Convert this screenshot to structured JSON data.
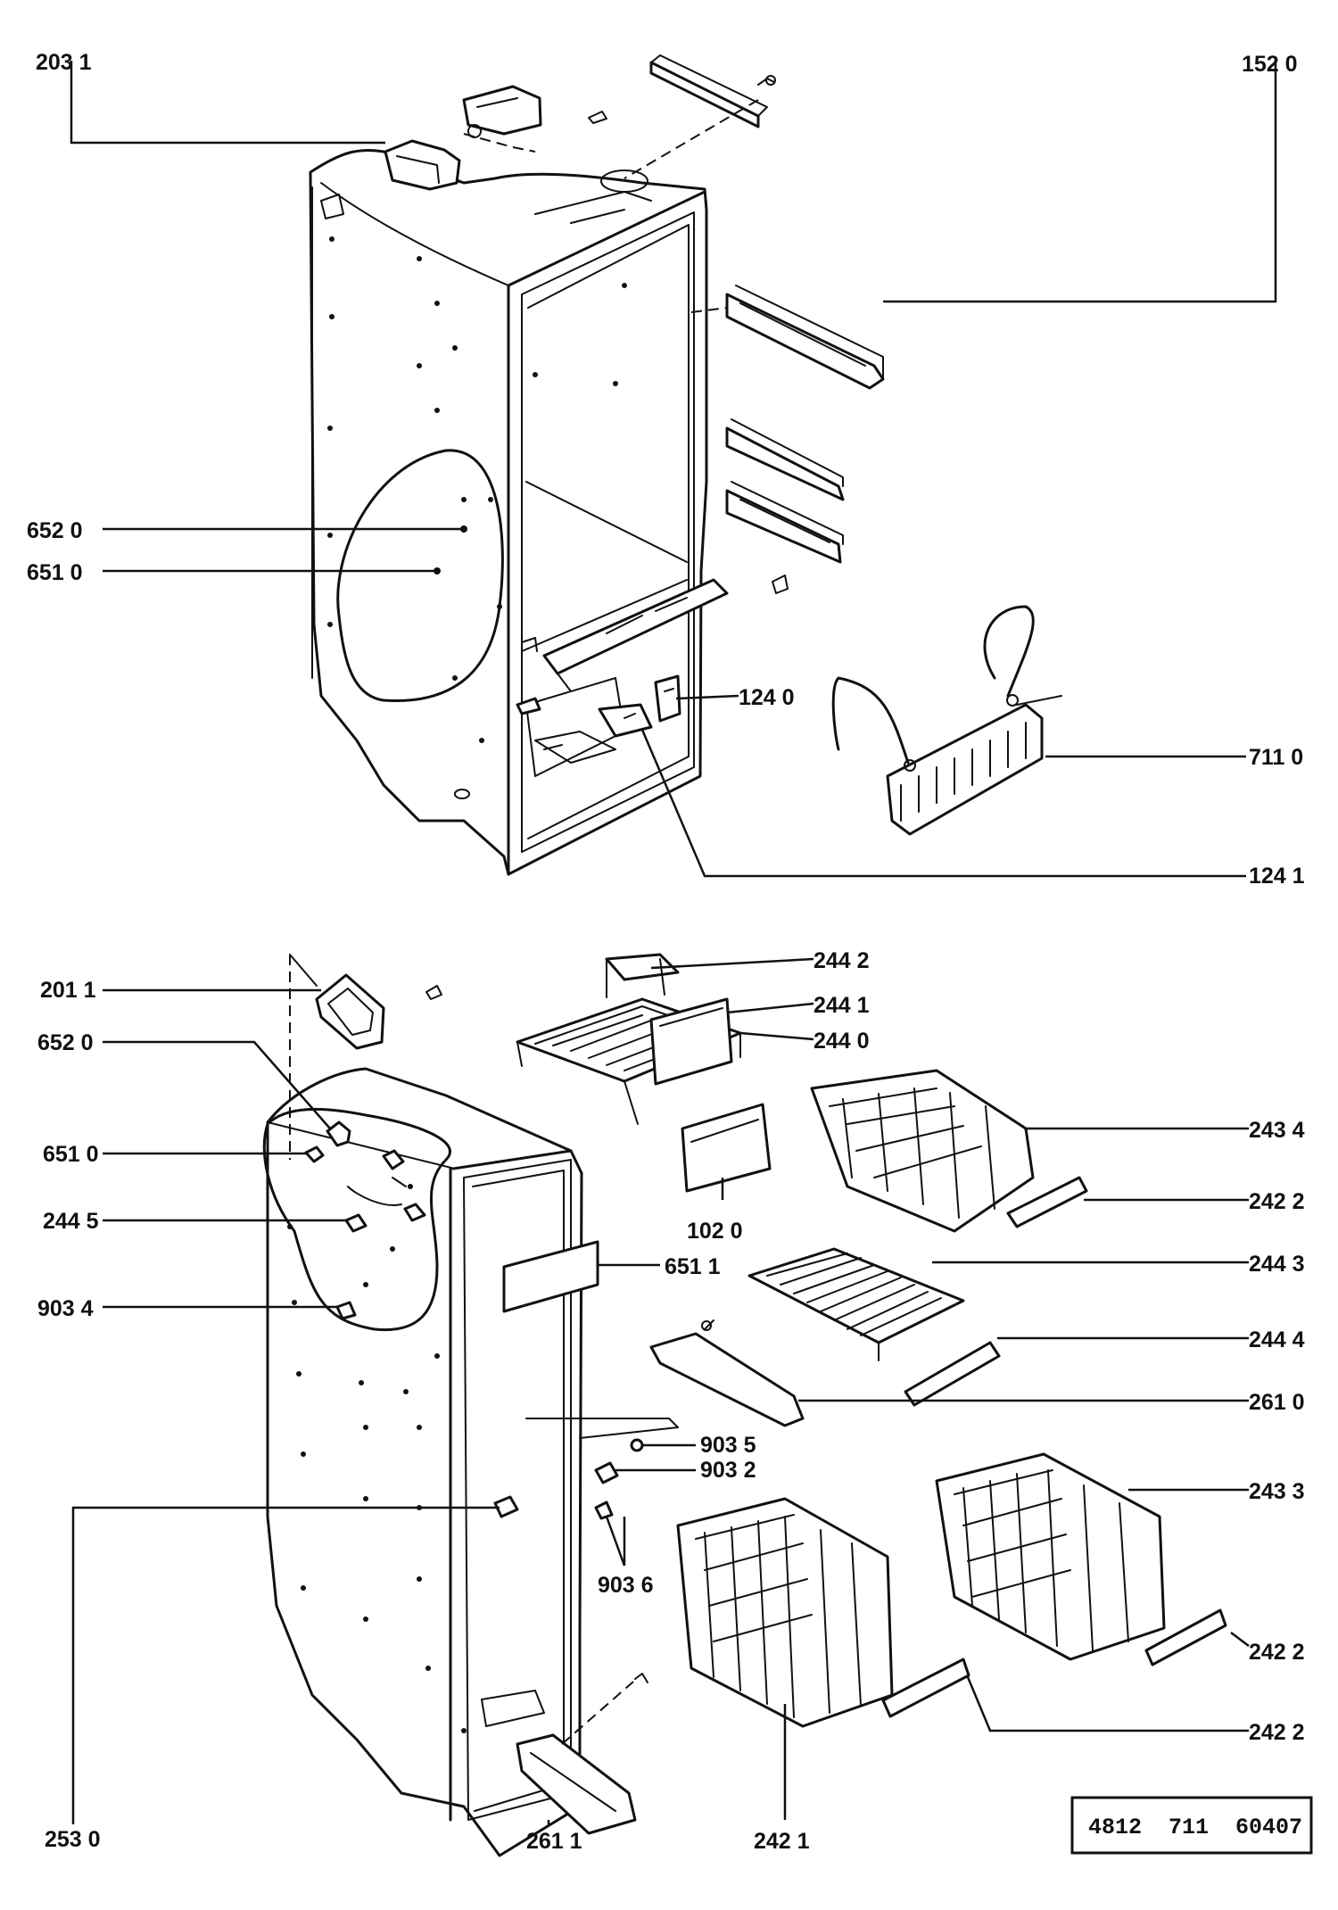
{
  "diagram": {
    "part_number": "4812  711  60407",
    "upper_labels": {
      "l2031": "203 1",
      "l1520": "152 0",
      "l6520": "652 0",
      "l6510": "651 0",
      "l1240": "124 0",
      "l7110": "711 0",
      "l1241": "124 1"
    },
    "lower_labels": {
      "l2011": "201 1",
      "l6520": "652 0",
      "l6510": "651 0",
      "l2445": "244 5",
      "l9034": "903 4",
      "l2442": "244 2",
      "l2441": "244 1",
      "l2440": "244 0",
      "l2434": "243 4",
      "l2422a": "242 2",
      "l1020": "102 0",
      "l6511": "651 1",
      "l2443": "244 3",
      "l2444": "244 4",
      "l2610": "261 0",
      "l9035": "903 5",
      "l9032": "903 2",
      "l9036": "903 6",
      "l2433": "243 3",
      "l2422b": "242 2",
      "l2422c": "242 2",
      "l2530": "253 0",
      "l2611": "261 1",
      "l2421": "242 1"
    }
  }
}
